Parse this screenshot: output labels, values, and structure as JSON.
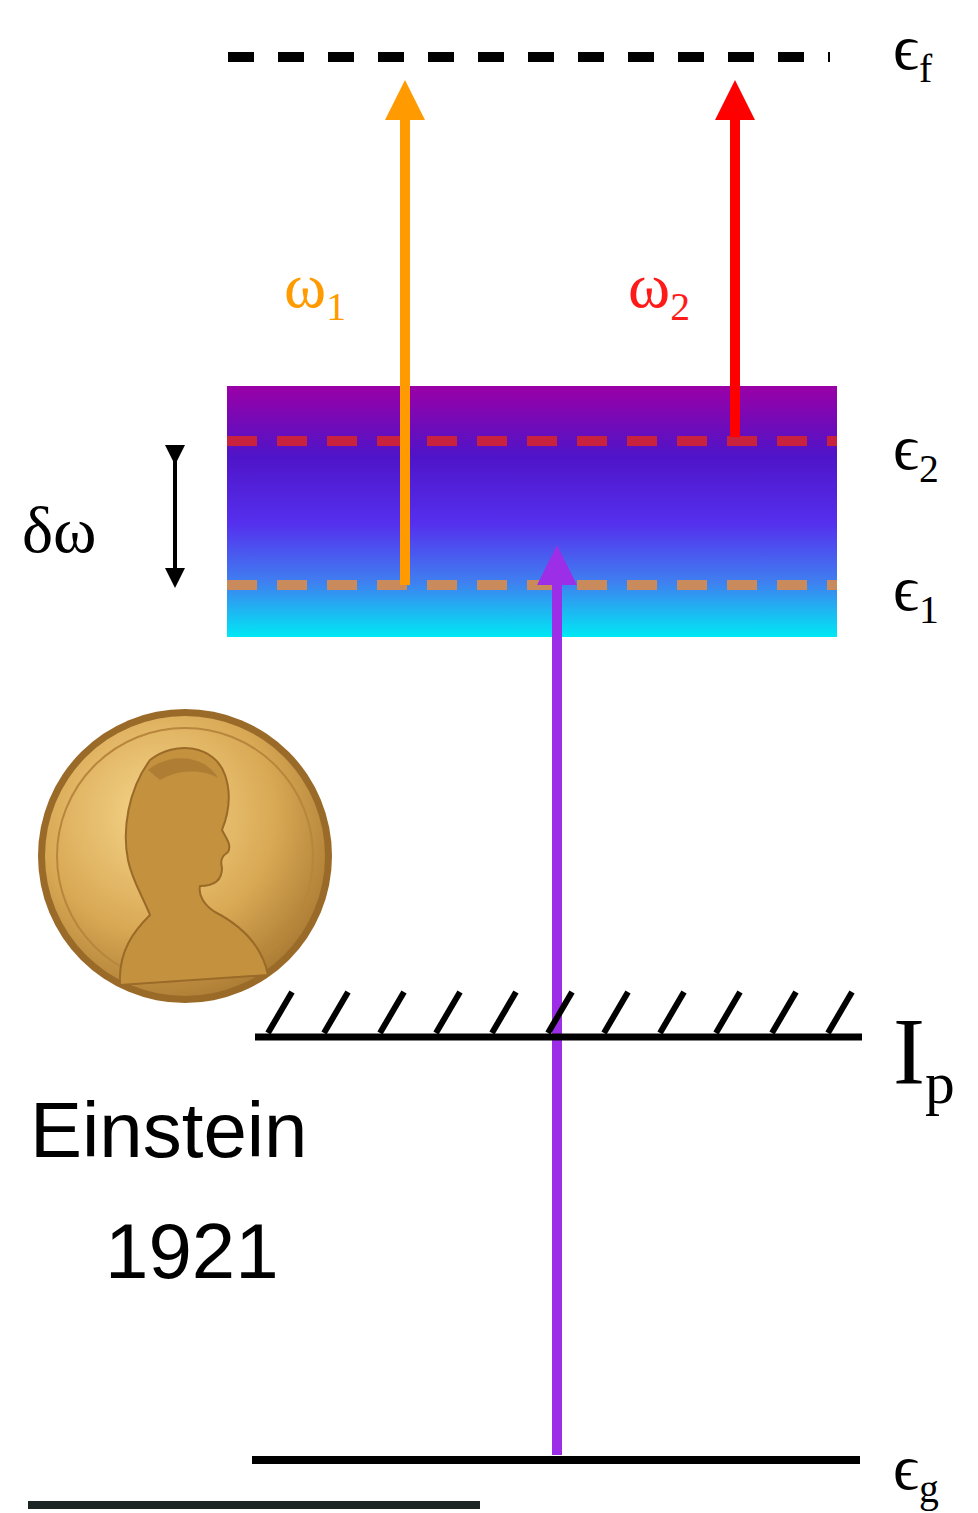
{
  "diagram": {
    "labels": [
      "ϵf",
      "ω1",
      "ω2",
      "ϵ2",
      "δω",
      "ϵ1",
      "Ip",
      "Einstein",
      "1921",
      "ϵg"
    ]
  }
}
